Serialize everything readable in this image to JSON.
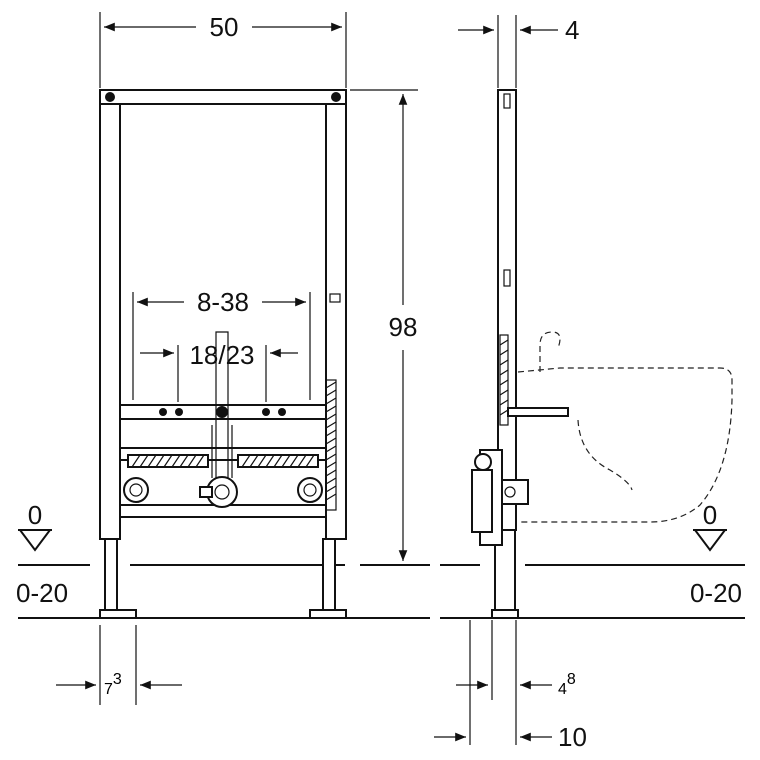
{
  "dimensions": {
    "frame_width": "50",
    "side_depth": "4",
    "frame_height": "98",
    "bracket_spacing": "8-38",
    "connection_spacing": "18/23",
    "foot_width_base": "7",
    "foot_width_sup": "3",
    "side_foot_base": "4",
    "side_foot_sup": "8",
    "side_total": "10"
  },
  "floor_levels": {
    "left_zero": "0",
    "left_range": "0-20",
    "right_zero": "0",
    "right_range": "0-20"
  },
  "colors": {
    "line": "#111111",
    "background": "#ffffff"
  }
}
